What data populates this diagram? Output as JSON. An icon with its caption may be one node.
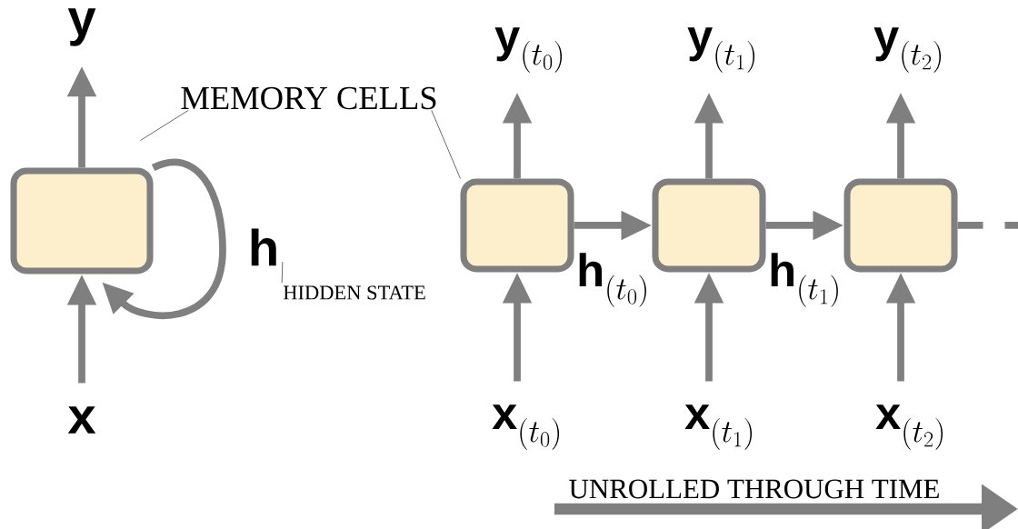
{
  "diagram": {
    "nodes": [
      {
        "text": [],
        "shape": "box"
      },
      {
        "text": [
          "y"
        ]
      },
      {
        "text": [
          "x"
        ]
      },
      {
        "text": [
          "MEMORY CELLS"
        ]
      },
      {
        "text": [
          "h"
        ]
      },
      {
        "text": [
          "HIDDEN STATE"
        ]
      },
      {
        "text": [],
        "shape": "box"
      },
      {
        "text": [],
        "shape": "box"
      },
      {
        "text": [],
        "shape": "box"
      },
      {
        "text": [
          "\\textbf{y}_{(t_{0})}"
        ]
      },
      {
        "text": [
          "\\textbf{y}_{(t_{1})}"
        ]
      },
      {
        "text": [
          "\\textbf{y}_{(t_{2})}"
        ]
      },
      {
        "text": [
          "\\textbf{x}_{(t_{0})}"
        ]
      },
      {
        "text": [
          "\\textbf{x}_{(t_{1})}"
        ]
      },
      {
        "text": [
          "\\textbf{x}_{(t_{2})}"
        ]
      }
    ],
    "edges": [
      {
        "from": 2,
        "to": 0,
        "arrow": "to"
      },
      {
        "from": 0,
        "to": 1,
        "arrow": "to"
      },
      {
        "from": 0,
        "to": 0,
        "arrow": "to"
      },
      {
        "from": 3,
        "to": 0,
        "arrow": "none"
      },
      {
        "from": 3,
        "to": 6,
        "arrow": "none"
      },
      {
        "from": 5,
        "to": 4,
        "arrow": "none"
      },
      {
        "from": 12,
        "to": 6,
        "arrow": "to"
      },
      {
        "from": 6,
        "to": 9,
        "arrow": "to"
      },
      {
        "from": 13,
        "to": 7,
        "arrow": "to"
      },
      {
        "from": 7,
        "to": 10,
        "arrow": "to"
      },
      {
        "from": 14,
        "to": 8,
        "arrow": "to"
      },
      {
        "from": 8,
        "to": 11,
        "arrow": "to"
      },
      {
        "from": 6,
        "to": 7,
        "arrow": "to",
        "label": "\\textbf{h}_{(t_{0})}"
      },
      {
        "from": 7,
        "to": 8,
        "arrow": "to",
        "label": "\\textbf{h}_{(t_{1})}"
      },
      {
        "from": 8,
        "to": null,
        "arrow": "none",
        "style": "dashed"
      }
    ],
    "labels": [
      "UNROLLED THROUGH TIME"
    ]
  }
}
